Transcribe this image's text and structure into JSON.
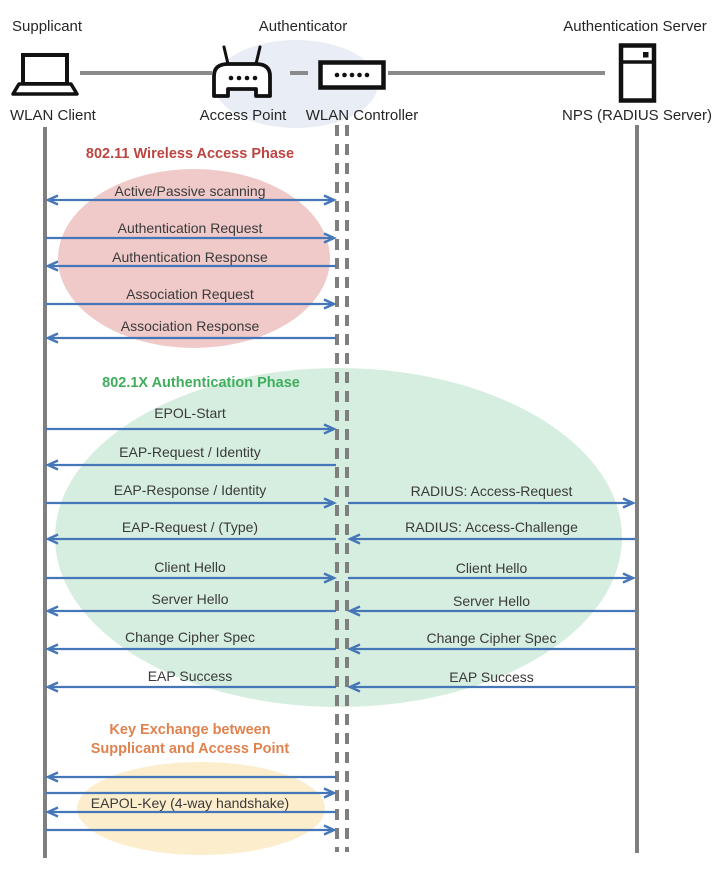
{
  "header": {
    "roles": [
      {
        "label": "Supplicant"
      },
      {
        "label": "Authenticator"
      },
      {
        "label": "Authentication Server"
      }
    ],
    "devices": [
      {
        "label": "WLAN Client",
        "icon": "laptop-icon"
      },
      {
        "label": "Access Point",
        "icon": "access-point-icon"
      },
      {
        "label": "WLAN Controller",
        "icon": "wlan-controller-icon"
      },
      {
        "label": "NPS (RADIUS Server)",
        "icon": "server-icon"
      }
    ]
  },
  "phases": [
    {
      "title": "802.11 Wireless Access Phase",
      "title_color": "#bc4542",
      "ellipse_color": "#f0c9c9",
      "messages": [
        {
          "label": "Active/Passive scanning",
          "direction": "both"
        },
        {
          "label": "Authentication Request",
          "direction": "right"
        },
        {
          "label": "Authentication Response",
          "direction": "left"
        },
        {
          "label": "Association Request",
          "direction": "right"
        },
        {
          "label": "Association Response",
          "direction": "left"
        }
      ]
    },
    {
      "title": "802.1X Authentication Phase",
      "title_color": "#3fae5c",
      "ellipse_color": "#d6eee0",
      "client_ap_messages": [
        {
          "label": "EPOL-Start",
          "direction": "right"
        },
        {
          "label": "EAP-Request / Identity",
          "direction": "left"
        },
        {
          "label": "EAP-Response / Identity",
          "direction": "right"
        },
        {
          "label": "EAP-Request / (Type)",
          "direction": "left"
        },
        {
          "label": "Client Hello",
          "direction": "right"
        },
        {
          "label": "Server Hello",
          "diredirection": "left",
          "direction": "left"
        },
        {
          "label": "Change Cipher Spec",
          "direction": "left"
        },
        {
          "label": "EAP Success",
          "direction": "left"
        }
      ],
      "ap_server_messages": [
        {
          "label": "RADIUS: Access-Request",
          "direction": "right"
        },
        {
          "label": "RADIUS: Access-Challenge",
          "direction": "left"
        },
        {
          "label": "Client Hello",
          "direction": "right"
        },
        {
          "label": "Server Hello",
          "direction": "left"
        },
        {
          "label": "Change Cipher Spec",
          "direction": "left"
        },
        {
          "label": "EAP Success",
          "direction": "left"
        }
      ]
    },
    {
      "title_line1": "Key Exchange between",
      "title_line2": "Supplicant and Access Point",
      "title_color": "#e0824e",
      "ellipse_color": "#fceecd",
      "messages": [
        {
          "label": "",
          "direction": "left"
        },
        {
          "label": "",
          "direction": "right"
        },
        {
          "label": "EAPOL-Key (4-way handshake)",
          "direction": "left"
        },
        {
          "label": "",
          "direction": "right"
        }
      ]
    }
  ],
  "colors": {
    "arrow": "#4576b8",
    "lifeline": "#7f7f7f",
    "connector": "#8a8a8a",
    "authenticator_ellipse": "#e9edf6",
    "message_text": "#3a3a3a"
  }
}
